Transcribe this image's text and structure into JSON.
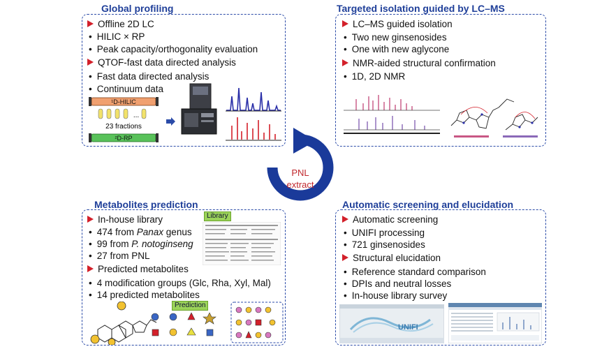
{
  "center": {
    "label_line1": "PNL",
    "label_line2": "extract"
  },
  "panels": {
    "global": {
      "title": "Global profiling",
      "items": [
        {
          "type": "head",
          "text": "Offline 2D LC"
        },
        {
          "type": "bullet",
          "text": "HILIC × RP"
        },
        {
          "type": "bullet",
          "text": "Peak capacity/orthogonality evaluation"
        },
        {
          "type": "head",
          "text": "QTOF-fast data directed analysis"
        },
        {
          "type": "bullet",
          "text": "Fast data directed analysis"
        },
        {
          "type": "bullet",
          "text": "Continuum data"
        }
      ],
      "hilic_label": "¹D-HILIC",
      "rp_label": "²D-RP",
      "fractions_label": "23 fractions",
      "dots_label": "..."
    },
    "targeted": {
      "title": "Targeted isolation guided by LC–MS",
      "items": [
        {
          "type": "head",
          "text": "LC–MS guided isolation"
        },
        {
          "type": "bullet",
          "text": "Two new ginsenosides"
        },
        {
          "type": "bullet",
          "text": "One with new aglycone"
        },
        {
          "type": "head",
          "text": "NMR-aided structural confirmation"
        },
        {
          "type": "bullet",
          "text": "1D, 2D NMR"
        }
      ]
    },
    "metabolites": {
      "title": "Metabolites prediction",
      "library_tag": "Library",
      "prediction_tag": "Prediction",
      "items": [
        {
          "type": "head",
          "text": "In-house library"
        },
        {
          "type": "bullet",
          "text": "474 from ",
          "italic": "Panax",
          "rest": " genus"
        },
        {
          "type": "bullet",
          "text": "99 from ",
          "italic": "P. notoginseng",
          "rest": ""
        },
        {
          "type": "bullet",
          "text": "27 from PNL"
        },
        {
          "type": "head",
          "text": "Predicted metabolites"
        },
        {
          "type": "bullet",
          "text": "4 modification groups (Glc, Rha, Xyl, Mal)"
        },
        {
          "type": "bullet",
          "text": "14 predicted metabolites"
        }
      ]
    },
    "screening": {
      "title": "Automatic screening and elucidation",
      "items": [
        {
          "type": "head",
          "text": "Automatic screening"
        },
        {
          "type": "bullet",
          "text": "UNIFI processing"
        },
        {
          "type": "bullet",
          "text": "721 ginsenosides"
        },
        {
          "type": "head",
          "text": "Structural elucidation"
        },
        {
          "type": "bullet",
          "text": "Reference standard comparison"
        },
        {
          "type": "bullet",
          "text": "DPIs and neutral losses"
        },
        {
          "type": "bullet",
          "text": "In-house library survey"
        }
      ],
      "software_brand": "UNIFI"
    }
  },
  "colors": {
    "panel_border": "#2b4ba8",
    "title": "#1f3f99",
    "arrow_head": "#d3202a",
    "cycle_arrow": "#1a3a9a",
    "center_text": "#c0282d",
    "hilic_bar": "#f0a070",
    "rp_bar": "#59c25a"
  }
}
